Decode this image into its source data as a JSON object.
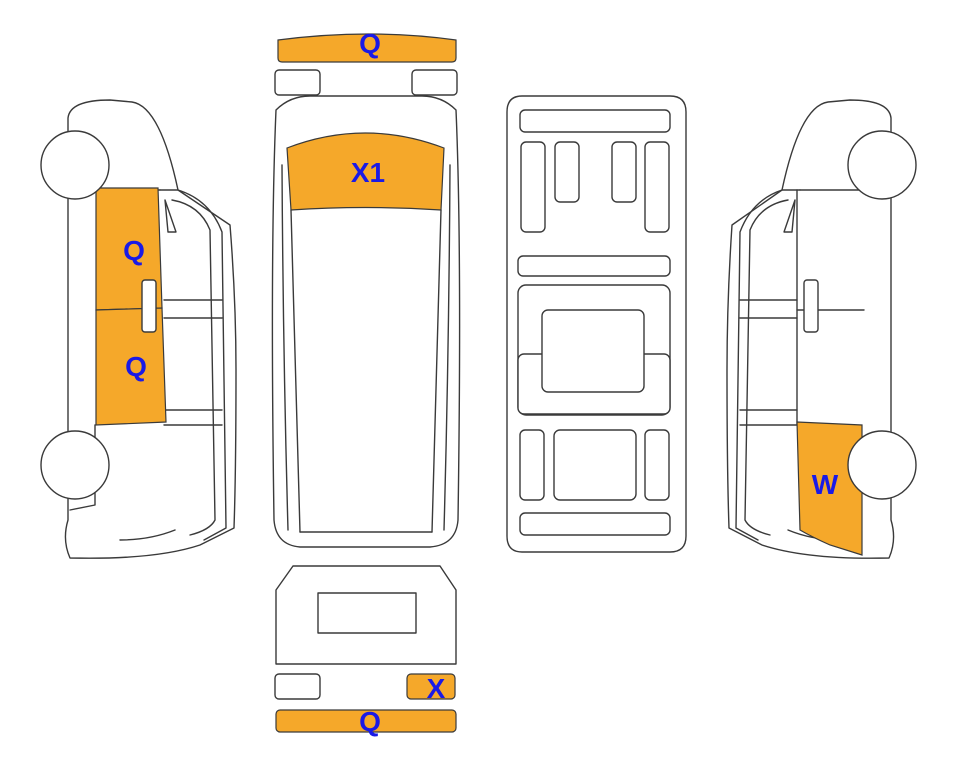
{
  "colors": {
    "damage_fill": "#f5a82a",
    "label_text": "#1a1ae6",
    "outline": "#3a3a3a"
  },
  "labels": {
    "front_bumper": "Q",
    "windshield": "X1",
    "left_front_door": "Q",
    "left_rear_door": "Q",
    "right_rear_quarter": "W",
    "rear_right_light": "X",
    "rear_bumper": "Q"
  }
}
